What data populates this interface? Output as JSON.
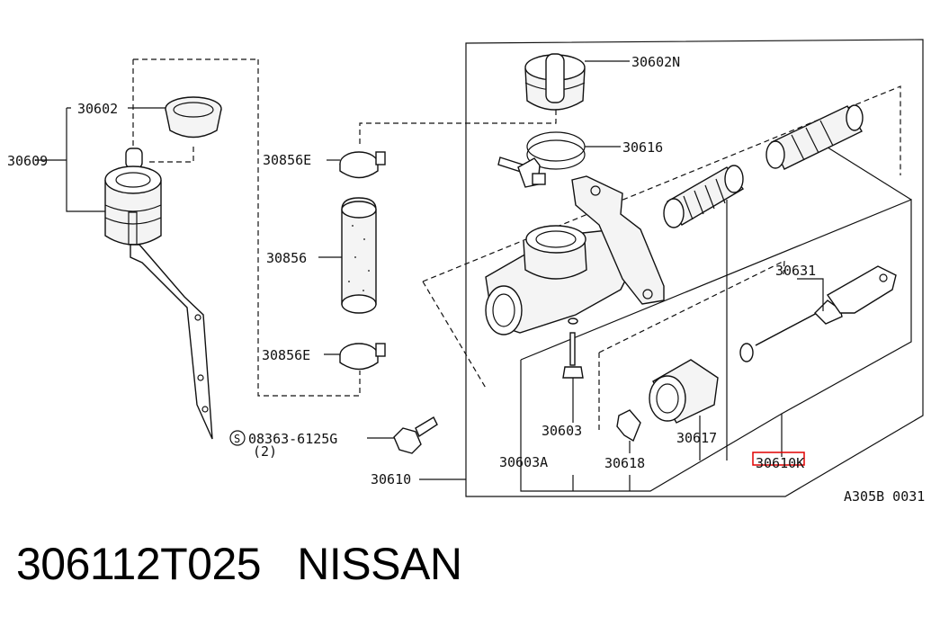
{
  "diagram": {
    "labels": {
      "reservoir_cap": "30602",
      "reservoir": "30609",
      "clamp_top": "30856E",
      "hose": "30856",
      "clamp_bottom": "30856E",
      "bolt": "08363-6125G",
      "bolt_qty": "(2)",
      "bolt_symbol": "S",
      "assembly": "30610",
      "cap_n": "30602N",
      "seal_ring": "30616",
      "pushrod": "30631",
      "bleeder": "30603",
      "bleeder_a": "30603A",
      "boot_plate": "30618",
      "boot": "30617",
      "kit": "30610K",
      "ref_code": "A305B 0031"
    }
  },
  "footer": {
    "part_number": "306112T025",
    "brand": "NISSAN"
  }
}
